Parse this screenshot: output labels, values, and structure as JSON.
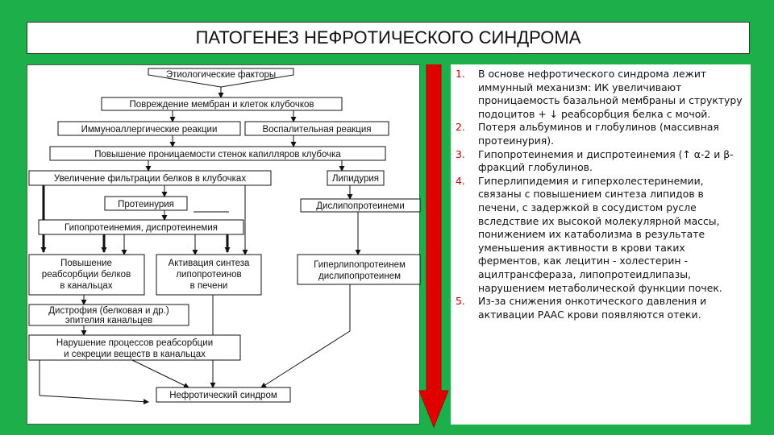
{
  "title": "ПАТОГЕНЕЗ НЕФРОТИЧЕСКОГО СИНДРОМА",
  "diagram": {
    "etiology": "Этиологические факторы",
    "damage": "Повреждение мембран и клеток клубочков",
    "immuno": "Иммуноаллергические реакции",
    "inflam": "Воспалительная реакция",
    "permeability": "Повышение проницаемости стенок капилляров клубочка",
    "filtration": "Увеличение фильтрации белков в клубочках",
    "lipiduria": "Липидурия",
    "proteinuria": "Протеинурия",
    "dyslipo": "Дислипопротеинеми",
    "hypoprotein": "Гипопротеинемия, диспротеинемия",
    "reabs_line1": "Повышение",
    "reabs_line2": "реабсорбции белков",
    "reabs_line3": "в канальцах",
    "synth_line1": "Активация синтеза",
    "synth_line2": "липопротеинов",
    "synth_line3": "в печени",
    "hyperlipo_line1": "Гиперлипопротеинем",
    "hyperlipo_line2": "дислипопротеинем",
    "dystrophy_line1": "Дистрофия (белковая и др.)",
    "dystrophy_line2": "эпителия канальцев",
    "disorder_line1": "Нарушение процессов реабсорбции",
    "disorder_line2": "и секреции веществ в канальцах",
    "nephrotic": "Нефротический синдром"
  },
  "points": [
    {
      "num": "1.",
      "text": "В основе нефротического синдрома лежит иммунный механизм: ИК увеличивают проницаемость базальной мембраны и структуру подоцитов + ↓ реабсорбция белка с мочой."
    },
    {
      "num": "2.",
      "text": "Потеря альбуминов и глобулинов (массивная протеинурия)."
    },
    {
      "num": "3.",
      "text": "Гипопротеинемия и диспротеинемия (↑ α-2 и β-фракций глобулинов."
    },
    {
      "num": "4.",
      "text": "Гиперлипидемия и гиперхолестеринемии, связаны с повышением синтеза липидов в печени, с задержкой в сосудистом русле вследствие их высокой молекулярной массы, понижением их катаболизма в результате уменьшения активности в крови таких ферментов, как лецитин - холестерин - ацилтрансфераза, липопротеидлипазы, нарушением метаболической функции почек."
    },
    {
      "num": "5.",
      "text": "Из-за снижения онкотического давления и активации РААС крови появляются отеки."
    }
  ],
  "colors": {
    "background": "#1db04a",
    "arrow": "#e00000",
    "number": "#c00000"
  }
}
